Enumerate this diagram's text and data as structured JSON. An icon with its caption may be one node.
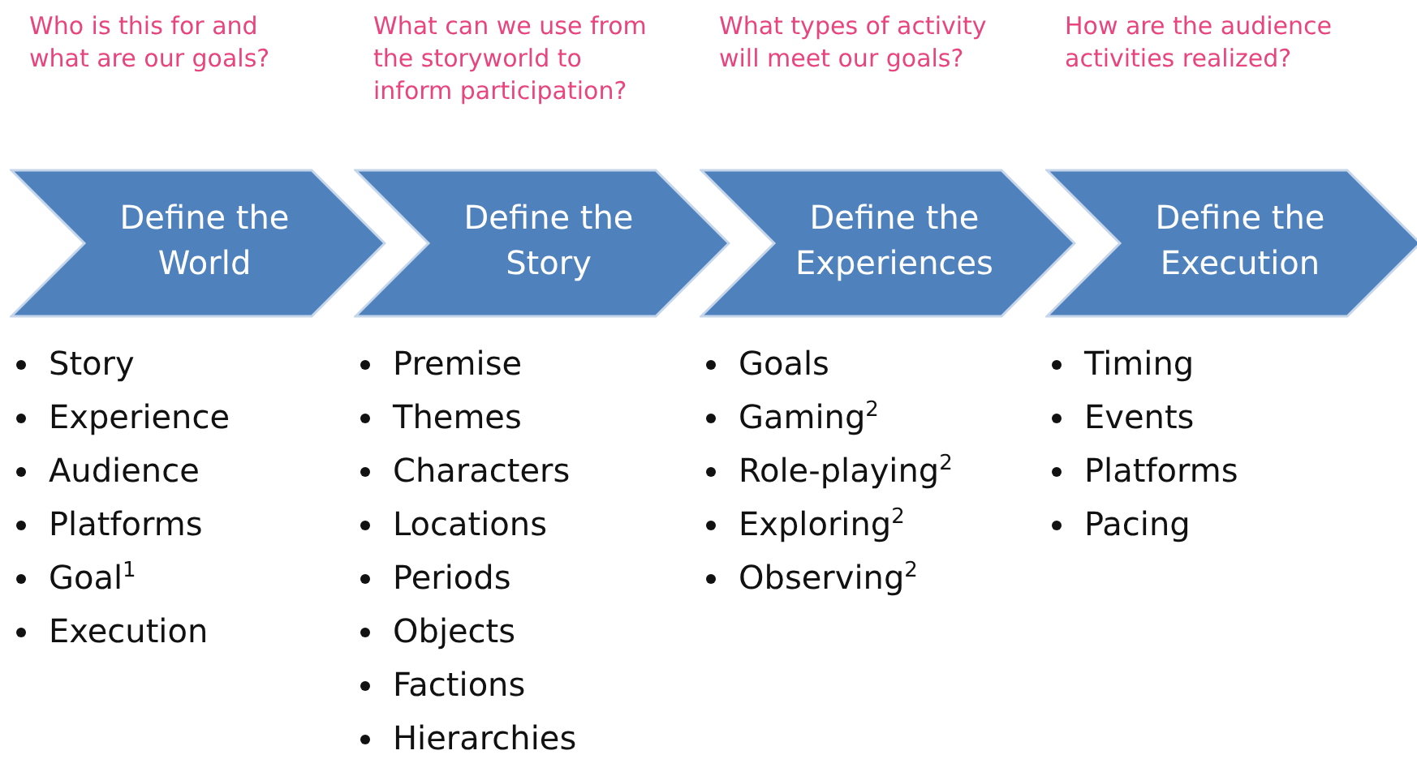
{
  "diagram": {
    "nodes": [
      {
        "text": [
          "Who is this for and what are our goals?",
          "Define the World"
        ],
        "beside": [
          "Story",
          "Experience",
          "Audience",
          "Platforms",
          "Goal$^{1}$",
          "Execution"
        ]
      },
      {
        "text": [
          "What can we use from the storyworld to inform participation?",
          "Define the Story"
        ],
        "beside": [
          "Premise",
          "Themes",
          "Characters",
          "Locations",
          "Periods",
          "Objects",
          "Factions",
          "Hierarchies"
        ]
      },
      {
        "text": [
          "What types of activity will meet our goals?",
          "Define the Experiences"
        ],
        "beside": [
          "Goals",
          "Gaming$^{2}$",
          "Role-playing$^{2}$",
          "Exploring$^{2}$",
          "Observing$^{2}$"
        ]
      },
      {
        "text": [
          "How are the audience activities realized?",
          "Define the Execution"
        ],
        "beside": [
          "Timing",
          "Events",
          "Platforms",
          "Pacing"
        ]
      }
    ]
  }
}
